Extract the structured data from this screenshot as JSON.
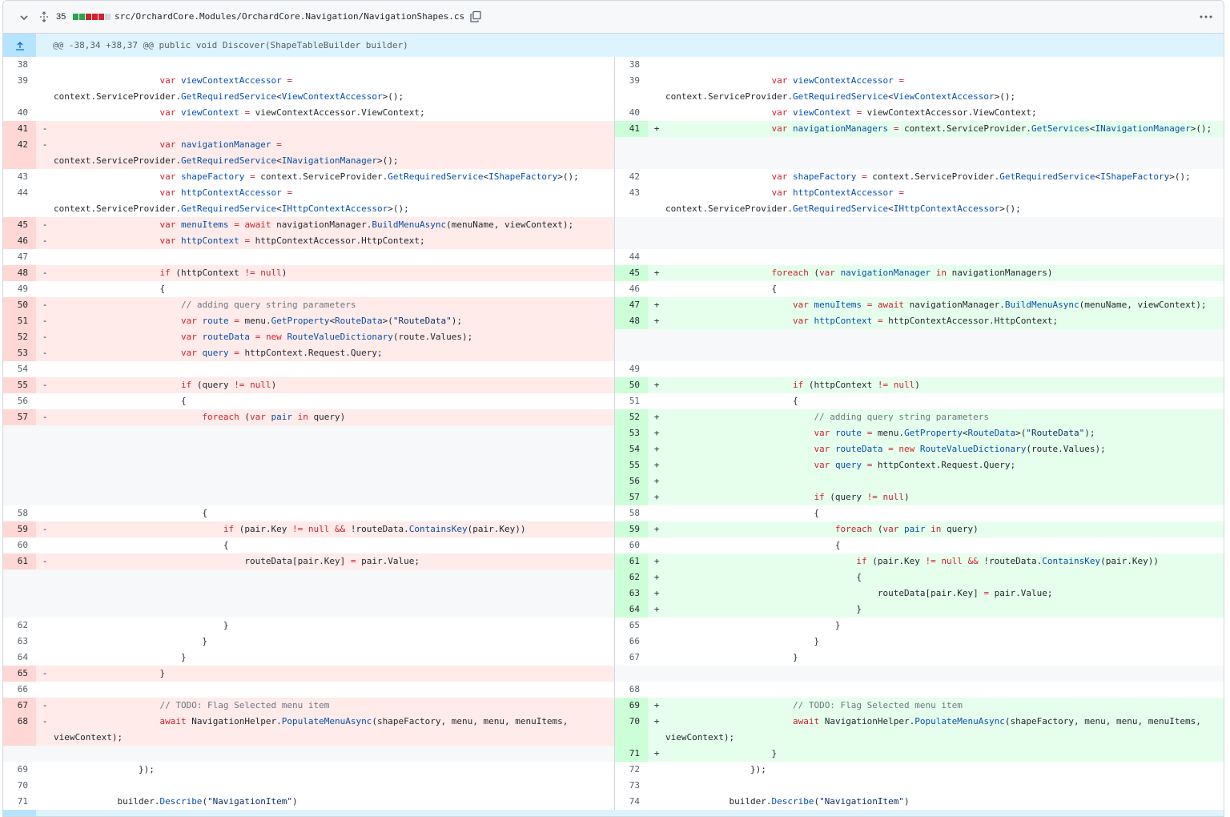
{
  "file": {
    "changes": "35",
    "path": "src/OrchardCore.Modules/OrchardCore.Navigation/NavigationShapes.cs",
    "diffstat": [
      "#2da44e",
      "#2da44e",
      "#cf222e",
      "#cf222e",
      "#cf222e"
    ],
    "icons": {
      "collapse": "chevron-down-icon",
      "expand": "unfold-icon",
      "copy": "copy-icon",
      "menu": "kebab-horizontal-icon"
    }
  },
  "hunk": {
    "header": "@@ -38,34 +38,37 @@ public void Discover(ShapeTableBuilder builder)"
  },
  "rows": [
    {
      "l": {
        "n": "38",
        "t": "ctx",
        "c": ""
      },
      "r": {
        "n": "38",
        "t": "ctx",
        "c": ""
      }
    },
    {
      "l": {
        "n": "39",
        "t": "ctx",
        "c": "                    var viewContextAccessor =\ncontext.ServiceProvider.GetRequiredService<ViewContextAccessor>();"
      },
      "r": {
        "n": "39",
        "t": "ctx",
        "c": "                    var viewContextAccessor =\ncontext.ServiceProvider.GetRequiredService<ViewContextAccessor>();"
      },
      "h": 2
    },
    {
      "l": {
        "n": "40",
        "t": "ctx",
        "c": "                    var viewContext = viewContextAccessor.ViewContext;"
      },
      "r": {
        "n": "40",
        "t": "ctx",
        "c": "                    var viewContext = viewContextAccessor.ViewContext;"
      }
    },
    {
      "l": {
        "n": "41",
        "t": "del",
        "m": "-",
        "c": ""
      },
      "r": {
        "n": "41",
        "t": "add",
        "m": "+",
        "c": "                    var navigationManagers = context.ServiceProvider.GetServices<INavigationManager>();"
      }
    },
    {
      "l": {
        "n": "42",
        "t": "del",
        "m": "-",
        "c": "                    var navigationManager =\ncontext.ServiceProvider.GetRequiredService<INavigationManager>();"
      },
      "r": {
        "n": "",
        "t": "empty",
        "c": ""
      },
      "h": 2
    },
    {
      "l": {
        "n": "43",
        "t": "ctx",
        "c": "                    var shapeFactory = context.ServiceProvider.GetRequiredService<IShapeFactory>();"
      },
      "r": {
        "n": "42",
        "t": "ctx",
        "c": "                    var shapeFactory = context.ServiceProvider.GetRequiredService<IShapeFactory>();"
      }
    },
    {
      "l": {
        "n": "44",
        "t": "ctx",
        "c": "                    var httpContextAccessor =\ncontext.ServiceProvider.GetRequiredService<IHttpContextAccessor>();"
      },
      "r": {
        "n": "43",
        "t": "ctx",
        "c": "                    var httpContextAccessor =\ncontext.ServiceProvider.GetRequiredService<IHttpContextAccessor>();"
      },
      "h": 2
    },
    {
      "l": {
        "n": "45",
        "t": "del",
        "m": "-",
        "c": "                    var menuItems = await navigationManager.BuildMenuAsync(menuName, viewContext);"
      },
      "r": {
        "n": "",
        "t": "empty",
        "c": ""
      }
    },
    {
      "l": {
        "n": "46",
        "t": "del",
        "m": "-",
        "c": "                    var httpContext = httpContextAccessor.HttpContext;"
      },
      "r": {
        "n": "",
        "t": "empty",
        "c": ""
      }
    },
    {
      "l": {
        "n": "47",
        "t": "ctx",
        "c": ""
      },
      "r": {
        "n": "44",
        "t": "ctx",
        "c": ""
      }
    },
    {
      "l": {
        "n": "48",
        "t": "del",
        "m": "-",
        "c": "                    if (httpContext != null)"
      },
      "r": {
        "n": "45",
        "t": "add",
        "m": "+",
        "c": "                    foreach (var navigationManager in navigationManagers)"
      }
    },
    {
      "l": {
        "n": "49",
        "t": "ctx",
        "c": "                    {"
      },
      "r": {
        "n": "46",
        "t": "ctx",
        "c": "                    {"
      }
    },
    {
      "l": {
        "n": "50",
        "t": "del",
        "m": "-",
        "c": "                        // adding query string parameters"
      },
      "r": {
        "n": "47",
        "t": "add",
        "m": "+",
        "c": "                        var menuItems = await navigationManager.BuildMenuAsync(menuName, viewContext);"
      }
    },
    {
      "l": {
        "n": "51",
        "t": "del",
        "m": "-",
        "c": "                        var route = menu.GetProperty<RouteData>(\"RouteData\");"
      },
      "r": {
        "n": "48",
        "t": "add",
        "m": "+",
        "c": "                        var httpContext = httpContextAccessor.HttpContext;"
      }
    },
    {
      "l": {
        "n": "52",
        "t": "del",
        "m": "-",
        "c": "                        var routeData = new RouteValueDictionary(route.Values);"
      },
      "r": {
        "n": "",
        "t": "empty",
        "c": ""
      }
    },
    {
      "l": {
        "n": "53",
        "t": "del",
        "m": "-",
        "c": "                        var query = httpContext.Request.Query;"
      },
      "r": {
        "n": "",
        "t": "empty",
        "c": ""
      }
    },
    {
      "l": {
        "n": "54",
        "t": "ctx",
        "c": ""
      },
      "r": {
        "n": "49",
        "t": "ctx",
        "c": ""
      }
    },
    {
      "l": {
        "n": "55",
        "t": "del",
        "m": "-",
        "c": "                        if (query != null)"
      },
      "r": {
        "n": "50",
        "t": "add",
        "m": "+",
        "c": "                        if (httpContext != null)"
      }
    },
    {
      "l": {
        "n": "56",
        "t": "ctx",
        "c": "                        {"
      },
      "r": {
        "n": "51",
        "t": "ctx",
        "c": "                        {"
      }
    },
    {
      "l": {
        "n": "57",
        "t": "del",
        "m": "-",
        "c": "                            foreach (var pair in query)"
      },
      "r": {
        "n": "52",
        "t": "add",
        "m": "+",
        "c": "                            // adding query string parameters"
      }
    },
    {
      "l": {
        "n": "",
        "t": "empty",
        "c": ""
      },
      "r": {
        "n": "53",
        "t": "add",
        "m": "+",
        "c": "                            var route = menu.GetProperty<RouteData>(\"RouteData\");"
      }
    },
    {
      "l": {
        "n": "",
        "t": "empty",
        "c": ""
      },
      "r": {
        "n": "54",
        "t": "add",
        "m": "+",
        "c": "                            var routeData = new RouteValueDictionary(route.Values);"
      }
    },
    {
      "l": {
        "n": "",
        "t": "empty",
        "c": ""
      },
      "r": {
        "n": "55",
        "t": "add",
        "m": "+",
        "c": "                            var query = httpContext.Request.Query;"
      }
    },
    {
      "l": {
        "n": "",
        "t": "empty",
        "c": ""
      },
      "r": {
        "n": "56",
        "t": "add",
        "m": "+",
        "c": ""
      }
    },
    {
      "l": {
        "n": "",
        "t": "empty",
        "c": ""
      },
      "r": {
        "n": "57",
        "t": "add",
        "m": "+",
        "c": "                            if (query != null)"
      }
    },
    {
      "l": {
        "n": "58",
        "t": "ctx",
        "c": "                            {"
      },
      "r": {
        "n": "58",
        "t": "ctx",
        "c": "                            {"
      }
    },
    {
      "l": {
        "n": "59",
        "t": "del",
        "m": "-",
        "c": "                                if (pair.Key != null && !routeData.ContainsKey(pair.Key))"
      },
      "r": {
        "n": "59",
        "t": "add",
        "m": "+",
        "c": "                                foreach (var pair in query)"
      }
    },
    {
      "l": {
        "n": "60",
        "t": "ctx",
        "c": "                                {"
      },
      "r": {
        "n": "60",
        "t": "ctx",
        "c": "                                {"
      }
    },
    {
      "l": {
        "n": "61",
        "t": "del",
        "m": "-",
        "c": "                                    routeData[pair.Key] = pair.Value;"
      },
      "r": {
        "n": "61",
        "t": "add",
        "m": "+",
        "c": "                                    if (pair.Key != null && !routeData.ContainsKey(pair.Key))"
      }
    },
    {
      "l": {
        "n": "",
        "t": "empty",
        "c": ""
      },
      "r": {
        "n": "62",
        "t": "add",
        "m": "+",
        "c": "                                    {"
      }
    },
    {
      "l": {
        "n": "",
        "t": "empty",
        "c": ""
      },
      "r": {
        "n": "63",
        "t": "add",
        "m": "+",
        "c": "                                        routeData[pair.Key] = pair.Value;"
      }
    },
    {
      "l": {
        "n": "",
        "t": "empty",
        "c": ""
      },
      "r": {
        "n": "64",
        "t": "add",
        "m": "+",
        "c": "                                    }"
      }
    },
    {
      "l": {
        "n": "62",
        "t": "ctx",
        "c": "                                }"
      },
      "r": {
        "n": "65",
        "t": "ctx",
        "c": "                                }"
      }
    },
    {
      "l": {
        "n": "63",
        "t": "ctx",
        "c": "                            }"
      },
      "r": {
        "n": "66",
        "t": "ctx",
        "c": "                            }"
      }
    },
    {
      "l": {
        "n": "64",
        "t": "ctx",
        "c": "                        }"
      },
      "r": {
        "n": "67",
        "t": "ctx",
        "c": "                        }"
      }
    },
    {
      "l": {
        "n": "65",
        "t": "del",
        "m": "-",
        "c": "                    }"
      },
      "r": {
        "n": "",
        "t": "empty",
        "c": ""
      }
    },
    {
      "l": {
        "n": "66",
        "t": "ctx",
        "c": ""
      },
      "r": {
        "n": "68",
        "t": "ctx",
        "c": ""
      }
    },
    {
      "l": {
        "n": "67",
        "t": "del",
        "m": "-",
        "c": "                    // TODO: Flag Selected menu item"
      },
      "r": {
        "n": "69",
        "t": "add",
        "m": "+",
        "c": "                        // TODO: Flag Selected menu item"
      }
    },
    {
      "l": {
        "n": "68",
        "t": "del",
        "m": "-",
        "c": "                    await NavigationHelper.PopulateMenuAsync(shapeFactory, menu, menu, menuItems,\nviewContext);"
      },
      "r": {
        "n": "70",
        "t": "add",
        "m": "+",
        "c": "                        await NavigationHelper.PopulateMenuAsync(shapeFactory, menu, menu, menuItems,\nviewContext);"
      },
      "h": 2
    },
    {
      "l": {
        "n": "",
        "t": "empty",
        "c": ""
      },
      "r": {
        "n": "71",
        "t": "add",
        "m": "+",
        "c": "                    }"
      }
    },
    {
      "l": {
        "n": "69",
        "t": "ctx",
        "c": "                });"
      },
      "r": {
        "n": "72",
        "t": "ctx",
        "c": "                });"
      }
    },
    {
      "l": {
        "n": "70",
        "t": "ctx",
        "c": ""
      },
      "r": {
        "n": "73",
        "t": "ctx",
        "c": ""
      }
    },
    {
      "l": {
        "n": "71",
        "t": "ctx",
        "c": "            builder.Describe(\"NavigationItem\")"
      },
      "r": {
        "n": "74",
        "t": "ctx",
        "c": "            builder.Describe(\"NavigationItem\")"
      }
    }
  ]
}
